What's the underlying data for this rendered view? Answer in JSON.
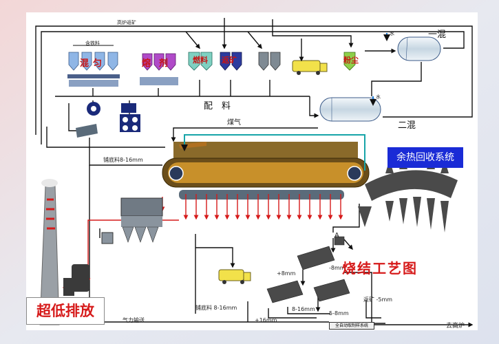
{
  "diagram": {
    "title": "烧结工艺图",
    "heat_recovery": "余热回收系统",
    "ultra_low_emission": "超低排放",
    "labels": {
      "blast_furnace_return": "高炉返矿",
      "iron_containing": "含铁料",
      "batching": "配　料",
      "gas": "煤气",
      "primary_mixer": "一混",
      "secondary_mixer": "二混",
      "hearth_layer_top": "铺底料8-16mm",
      "hearth_layer_bottom": "铺底料 8-16mm",
      "pneumatic_transport": "气力输送",
      "return_fines": "返矿 -5mm",
      "to_blast_furnace": "去高炉",
      "auto_sampling": "全自动取制样系统",
      "plus8": "+8mm",
      "minus8": "-8mm",
      "size_8_16": "8-16mm",
      "size_5_8": "5-8mm",
      "plus16": "+16mm",
      "water1": "水",
      "water2": "水",
      "point_a": "A"
    },
    "bins": [
      {
        "label": "混匀",
        "color": "#c81414"
      },
      {
        "label": "熔剂",
        "color": "#c81414"
      },
      {
        "label": "燃料",
        "color": "#c81414"
      },
      {
        "label": "返矿",
        "color": "#c81414"
      },
      {
        "label": "粉尘",
        "color": "#c81414"
      }
    ],
    "colors": {
      "background": "#ffffff",
      "frame": "#e9ecf2",
      "flow_line": "#111111",
      "air_arrow": "#d61a1a",
      "hot_gas": "#16a4a8",
      "heat_box": "#1a2bd6",
      "title_red": "#d61a1a",
      "bin_blue": "#8fb6e6",
      "bin_purple": "#b04ac8",
      "bin_teal": "#7fd1c2",
      "bin_navy": "#2d3b9e",
      "bin_gray": "#7f8a93",
      "bin_green": "#8ed04a",
      "truck": "#f2e14a"
    }
  }
}
